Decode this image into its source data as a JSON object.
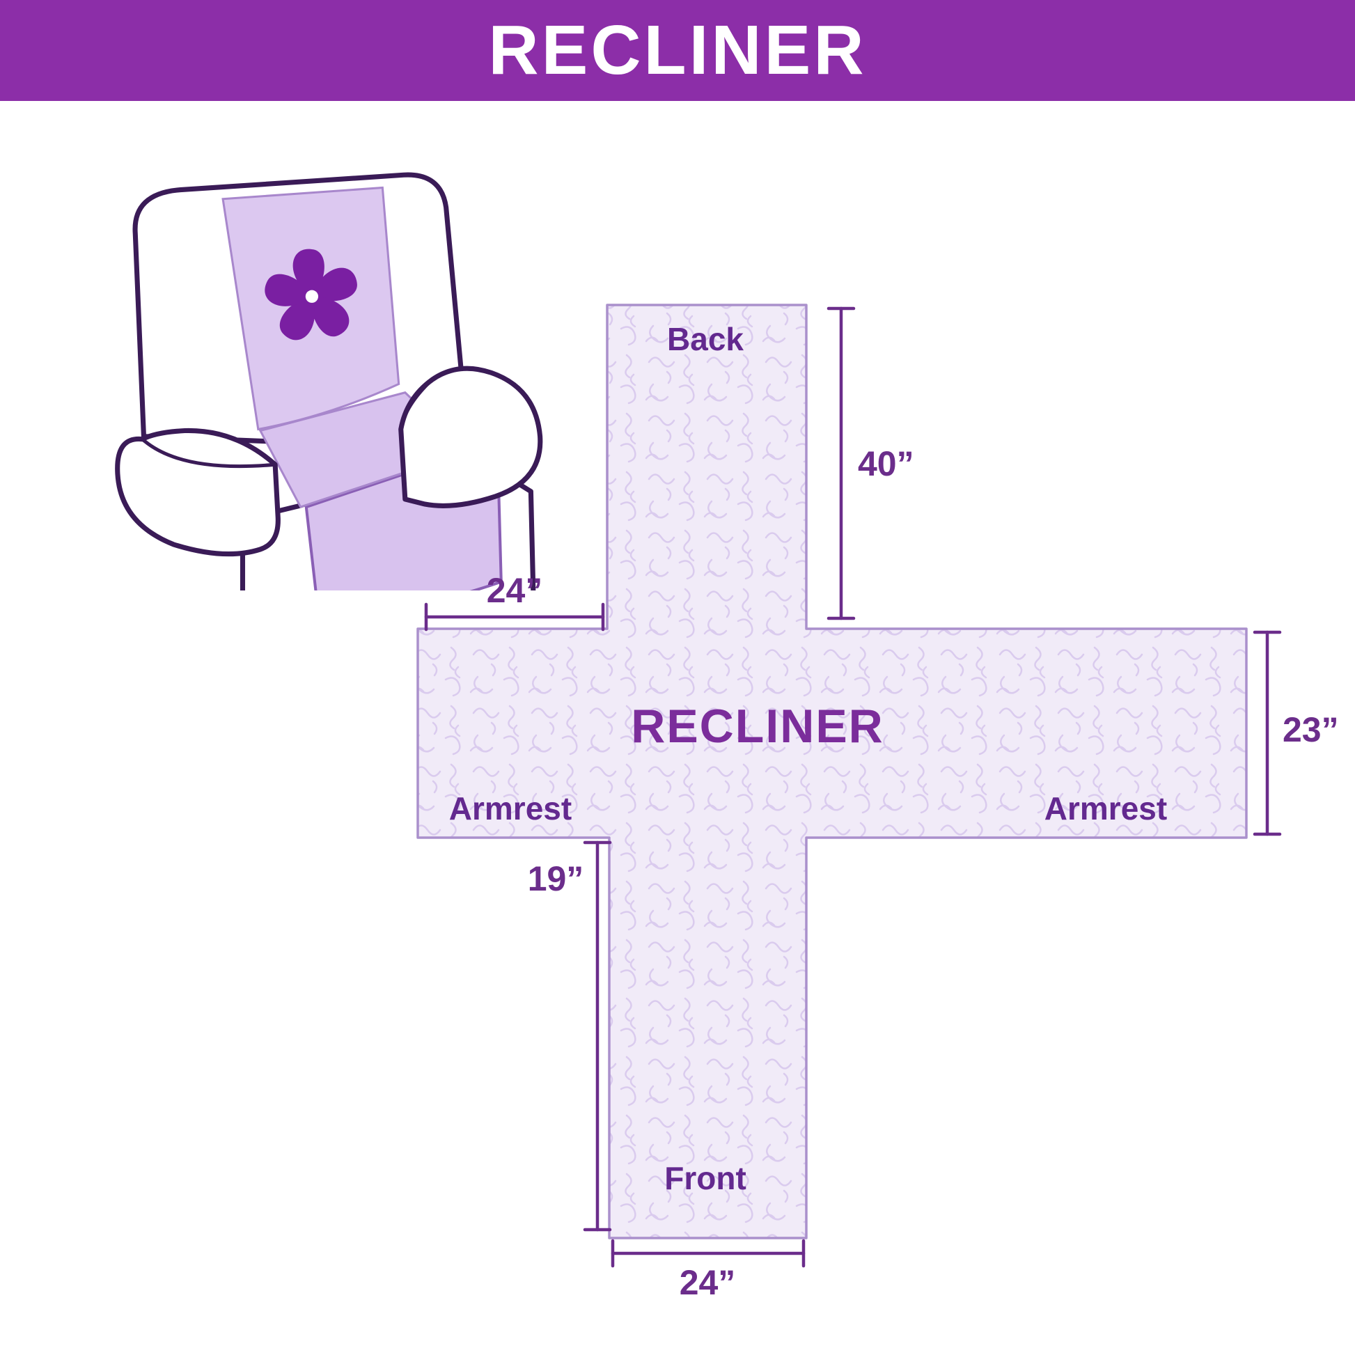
{
  "header": {
    "title": "RECLINER"
  },
  "diagram": {
    "center_label": "RECLINER",
    "back_label": "Back",
    "front_label": "Front",
    "armrest_left_label": "Armrest",
    "armrest_right_label": "Armrest",
    "dim_back_height": "40”",
    "dim_arm_top_width": "24”",
    "dim_side_height": "23”",
    "dim_front_height": "19”",
    "dim_front_width": "24”"
  },
  "illustration": {
    "description": "armchair recliner with lavender protective cover",
    "icon": "pinwheel-flower-icon"
  },
  "colors": {
    "header_bg": "#8C2EA8",
    "header_text": "#FFFFFF",
    "label_text": "#63298F",
    "dim_line": "#6B2D8B",
    "chair_outline": "#3A1B57",
    "cover_lavender": "#DCC8F0",
    "pinwheel_purple": "#7A1FA2",
    "cross_fill": "#F1EBF8",
    "cross_stroke": "#AA90CC"
  }
}
